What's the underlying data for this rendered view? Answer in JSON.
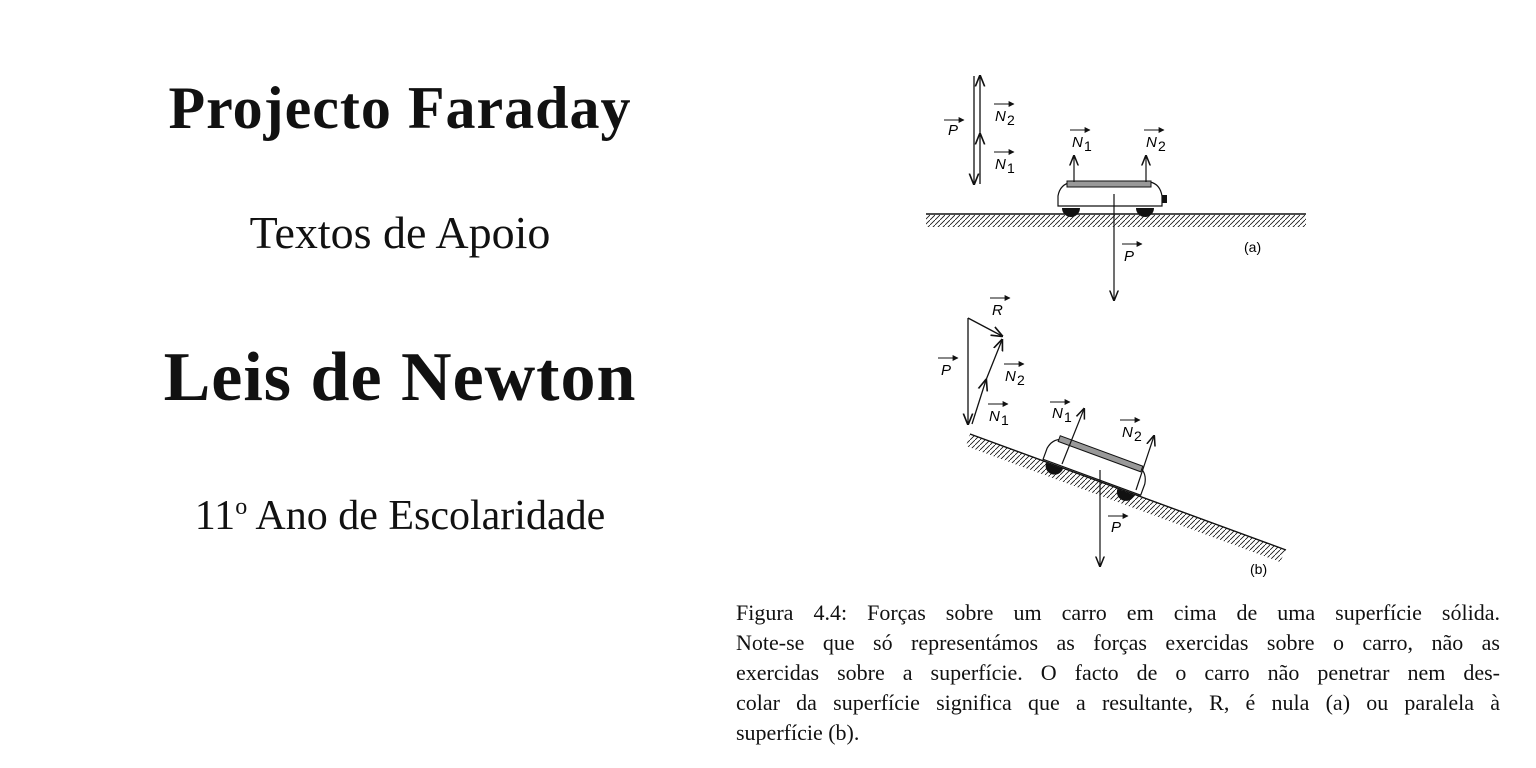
{
  "title": {
    "project": "Projecto Faraday",
    "subtitle": "Textos de Apoio",
    "topic": "Leis de Newton",
    "grade_number": "11",
    "grade_sup": "o",
    "grade_text": "Ano de Escolaridade"
  },
  "figure": {
    "labels": {
      "P": "P",
      "N": "N",
      "R": "R",
      "sub1": "1",
      "sub2": "2",
      "tag_a": "(a)",
      "tag_b": "(b)"
    },
    "caption_lines": [
      "Figura 4.4: Forças sobre um carro em cima de uma superfície sólida.",
      "Note-se que só representámos as forças exercidas sobre o carro, não as",
      "exercidas sobre a superfície. O facto de o carro não penetrar nem des-",
      "colar da superfície significa que a resultante, R, é nula (a) ou paralela à",
      "superfície (b)."
    ]
  }
}
